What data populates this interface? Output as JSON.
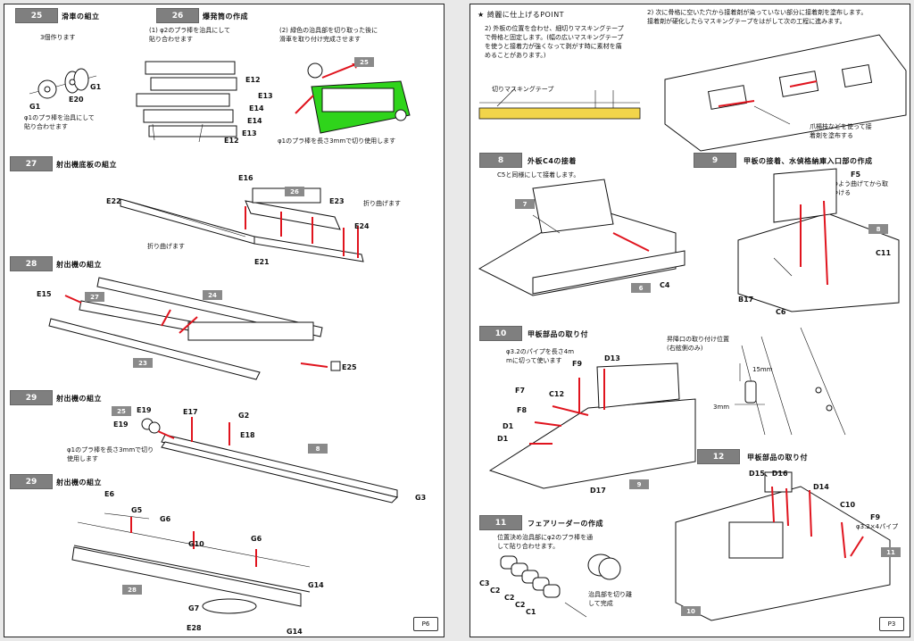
{
  "left_page": {
    "page_number": "P6",
    "steps": [
      {
        "num": "25",
        "title": "滑車の組立"
      },
      {
        "num": "26",
        "title": "爆発筒の作成"
      },
      {
        "num": "27",
        "title": "射出機底板の組立"
      },
      {
        "num": "28",
        "title": "射出機の組立"
      },
      {
        "num": "29",
        "title": "射出機の組立"
      },
      {
        "num": "29",
        "title": "射出機の組立"
      }
    ],
    "notes": {
      "s25_count": "3個作ります",
      "s25_note": "φ1のプラ棒を治具にして\n貼り合わせます",
      "s26_note1": "(1) φ2のプラ棒を治具にして\n貼り合わせます",
      "s26_note2": "(2) 緑色の治具部を切り取った後に\n滑車を取り付け完成させます",
      "s26_cut": "φ1のプラ棒を長さ3mmで切り使用します",
      "s27_fold1": "折り曲げます",
      "s27_fold2": "折り曲げます",
      "s29_note": "φ1のプラ棒を長さ3mmで切り\n使用します"
    },
    "labels": {
      "g1a": "G1",
      "e20": "E20",
      "g1b": "G1",
      "e12a": "E12",
      "e13a": "E13",
      "e14a": "E14",
      "e14b": "E14",
      "e12b": "E12",
      "e13b": "E13",
      "ref25": "25",
      "e16": "E16",
      "ref26": "26",
      "e23": "E23",
      "e24": "E24",
      "e22": "E22",
      "e21": "E21",
      "e15": "E15",
      "ref27": "27",
      "ref24": "24",
      "ref23": "23",
      "e25": "E25",
      "ref25b": "25",
      "e19a": "E19",
      "e19b": "E19",
      "e17": "E17",
      "g2": "G2",
      "e18": "E18",
      "ref8": "8",
      "g3": "G3",
      "e6": "E6",
      "g5": "G5",
      "g6a": "G6",
      "g10": "G10",
      "g6b": "G6",
      "ref28": "28",
      "g14a": "G14",
      "g7": "G7",
      "e28": "E28",
      "g14b": "G14"
    }
  },
  "right_page": {
    "page_number": "P3",
    "point": {
      "title": "★ 綺麗に仕上げるPOINT",
      "p1": "2) 外板の位置を合わせ、細切りマスキングテープ\nで骨格と固定します。(幅の広いマスキングテープ\nを使うと接着力が強くなって剥がす時に素材を痛\nめることがあります。)",
      "p2": "2) 次に骨格に空いた穴から接着剤が染っていない部分に接着剤を塗布します。\n接着剤が硬化したらマスキングテープをはがして次の工程に進みます。",
      "tape": "切りマスキングテープ",
      "glue": "爪楊枝などを使って接\n着剤を塗布する"
    },
    "steps": [
      {
        "num": "8",
        "title": "外板C4の接着"
      },
      {
        "num": "9",
        "title": "甲板の接着、水偵格納庫入口部の作成"
      },
      {
        "num": "10",
        "title": "甲板部品の取り付"
      },
      {
        "num": "11",
        "title": "フェアリーダーの作成"
      },
      {
        "num": "12",
        "title": "甲板部品の取り付"
      }
    ],
    "notes": {
      "s8_note": "C5と同様にして接着します。",
      "s9_note": "図のよう曲げてから取\nりつける",
      "s10_pipe": "φ3.2のパイプを長さ4m\nmに切って使います",
      "s10_hatch": "昇降口の取り付け位置\n(右舷側のみ)",
      "dim15": "15mm",
      "dim3": "3mm",
      "s11_note": "位置決め治具部にφ2のプラ棒を通\nして貼り合わせます。",
      "s11_done": "治具部を切り離\nして完成",
      "s12_pipe": "φ3.2×4パイプ"
    },
    "labels": {
      "ref7": "7",
      "ref6": "6",
      "c4": "C4",
      "f5": "F5",
      "ref8": "8",
      "c11": "C11",
      "b17": "B17",
      "c6": "C6",
      "f9": "F9",
      "d13": "D13",
      "f7": "F7",
      "c12": "C12",
      "f8": "F8",
      "d1a": "D1",
      "d1b": "D1",
      "d17": "D17",
      "ref9": "9",
      "c3": "C3",
      "c2a": "C2",
      "c2b": "C2",
      "c2c": "C2",
      "c1": "C1",
      "d15": "D15、D16",
      "d14": "D14",
      "c10": "C10",
      "f9b": "F9",
      "ref11": "11",
      "ref10": "10"
    }
  }
}
